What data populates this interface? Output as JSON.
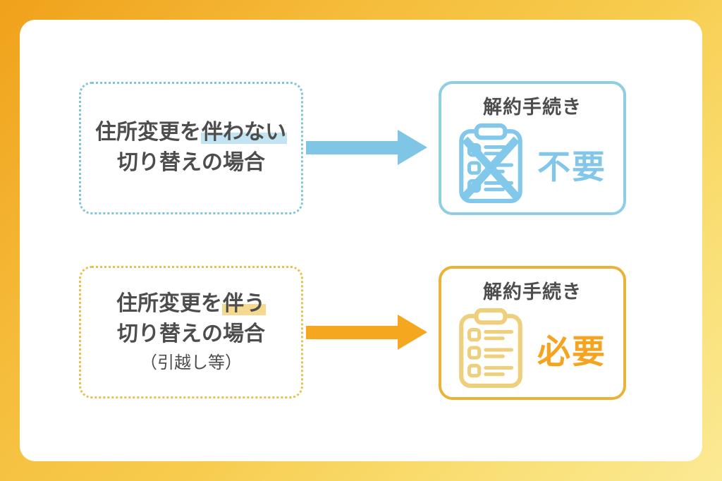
{
  "colors": {
    "frame_gradient_start": "#F0A11B",
    "frame_gradient_end": "#FBEA94",
    "panel_bg": "#FFFFFF",
    "text_dark": "#4D4D4D",
    "blue_accent": "#82C7EA",
    "blue_box_border": "#8ECDE4",
    "blue_dotted_border": "#7FC5D9",
    "blue_highlight": "#C2E4F2",
    "yellow_accent": "#F5A41F",
    "yellow_box_border": "#EAB337",
    "yellow_dotted_border": "#E8C04E",
    "yellow_highlight": "#F5D98E",
    "yellow_icon": "#EECF7B"
  },
  "flows": [
    {
      "case_line1_pre": "住所変更を",
      "case_line1_highlight": "伴わない",
      "case_line2": "切り替えの場合",
      "result_title": "解約手続き",
      "result_value": "不要",
      "icon": "clipboard-crossed-icon"
    },
    {
      "case_line1_pre": "住所変更を",
      "case_line1_highlight": "伴う",
      "case_line2": "切り替えの場合",
      "case_note": "（引越し等）",
      "result_title": "解約手続き",
      "result_value": "必要",
      "icon": "clipboard-checklist-icon"
    }
  ]
}
